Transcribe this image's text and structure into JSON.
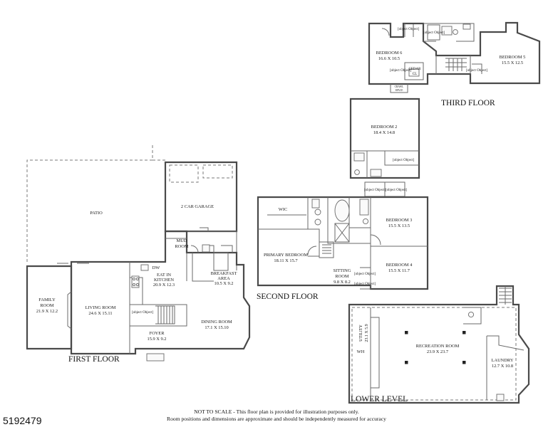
{
  "floors": {
    "third_floor": "THIRD FLOOR",
    "second_floor": "SECOND FLOOR",
    "first_floor": "FIRST FLOOR",
    "lower_level": "LOWER LEVEL"
  },
  "rooms": {
    "bedroom6": {
      "name": "BEDROOM 6",
      "dim": "16.6 X 10.5"
    },
    "bedroom5": {
      "name": "BEDROOM 5",
      "dim": "15.5 X 12.5"
    },
    "cedar": {
      "name": "CEDAR",
      "sub": "CL"
    },
    "crawl": {
      "name": "CRAWL",
      "sub": "SPACE"
    },
    "bedroom2": {
      "name": "BEDROOM 2",
      "dim": "18.4 X 14.8"
    },
    "bedroom3": {
      "name": "BEDROOM 3",
      "dim": "15.5 X 13.5"
    },
    "bedroom4": {
      "name": "BEDROOM 4",
      "dim": "15.5 X 11.7"
    },
    "primary": {
      "name": "PRIMARY BEDROOM",
      "dim": "18.11 X 15.7"
    },
    "sitting": {
      "name": "SITTING",
      "name2": "ROOM",
      "dim": "9.8 X 8.2"
    },
    "wic": {
      "name": "WIC"
    },
    "garage": {
      "name": "2 CAR GARAGE"
    },
    "patio": {
      "name": "PATIO"
    },
    "mud": {
      "name": "MUD",
      "name2": "ROOM"
    },
    "breakfast": {
      "name": "BREAKFAST",
      "name2": "AREA",
      "dim": "10.5 X 9.2"
    },
    "kitchen": {
      "name": "EAT IN",
      "name2": "KITCHEN",
      "dim": "20.9 X 12.3"
    },
    "dw": {
      "name": "DW"
    },
    "family": {
      "name": "FAMILY",
      "name2": "ROOM",
      "dim": "21.9 X 12.2"
    },
    "living": {
      "name": "LIVING ROOM",
      "dim": "24.6 X 15.11"
    },
    "foyer": {
      "name": "FOYER",
      "dim": "15.9 X 9.2"
    },
    "dining": {
      "name": "DINING ROOM",
      "dim": "17.1 X 15.10"
    },
    "recreation": {
      "name": "RECREATION ROOM",
      "dim": "23.9 X 23.7"
    },
    "laundry": {
      "name": "LAUNDRY",
      "dim": "12.7 X 10.8"
    },
    "utility": {
      "name": "UTILITY",
      "dim": "23.1 X 5.9"
    },
    "wh": {
      "name": "WH"
    },
    "closet": {
      "name": "CL"
    }
  },
  "footer": {
    "line1": "NOT TO SCALE - This floor plan is provided for illustration purposes only.",
    "line2": "Room positions and dimensions are approximate and should be independently measured for accuracy"
  },
  "listing_id": "5192479"
}
